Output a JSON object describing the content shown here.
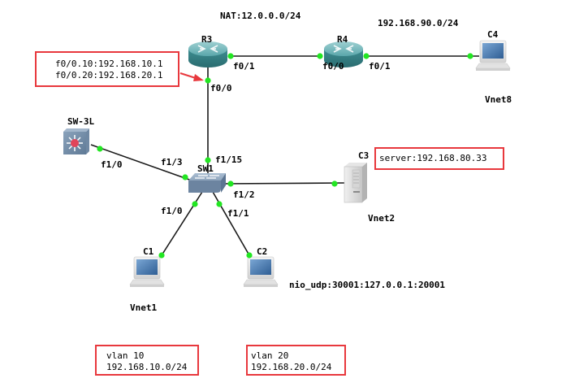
{
  "topology": {
    "nodes": [
      {
        "id": "R3",
        "label": "R3",
        "type": "router"
      },
      {
        "id": "R4",
        "label": "R4",
        "type": "router"
      },
      {
        "id": "C4",
        "label": "C4",
        "type": "pc",
        "caption": "Vnet8"
      },
      {
        "id": "SW-3L",
        "label": "SW-3L",
        "type": "multilayer-switch"
      },
      {
        "id": "SW1",
        "label": "SW1",
        "type": "switch"
      },
      {
        "id": "C3",
        "label": "C3",
        "type": "server",
        "caption": "Vnet2"
      },
      {
        "id": "C1",
        "label": "C1",
        "type": "pc",
        "caption": "Vnet1"
      },
      {
        "id": "C2",
        "label": "C2",
        "type": "pc",
        "caption": "nio_udp:30001:127.0.0.1:20001"
      }
    ],
    "links": [
      {
        "from": "R3",
        "from_port": "f0/1",
        "to": "R4",
        "to_port": "f0/0"
      },
      {
        "from": "R4",
        "from_port": "f0/1",
        "to": "C4",
        "to_port": ""
      },
      {
        "from": "R3",
        "from_port": "f0/0",
        "to": "SW1",
        "to_port": "f1/15"
      },
      {
        "from": "SW-3L",
        "from_port": "f1/0",
        "to": "SW1",
        "to_port": "f1/3"
      },
      {
        "from": "SW1",
        "from_port": "f1/2",
        "to": "C3",
        "to_port": ""
      },
      {
        "from": "SW1",
        "from_port": "f1/0",
        "to": "C1",
        "to_port": ""
      },
      {
        "from": "SW1",
        "from_port": "f1/1",
        "to": "C2",
        "to_port": ""
      }
    ]
  },
  "labels": {
    "nat_network": "NAT:12.0.0.0/24",
    "r4_c4_network": "192.168.90.0/24",
    "port_r3_f01": "f0/1",
    "port_r3_f00": "f0/0",
    "port_r4_f00": "f0/0",
    "port_r4_f01": "f0/1",
    "port_sw3l_f10": "f1/0",
    "port_sw1_f13": "f1/3",
    "port_sw1_f115": "f1/15",
    "port_sw1_f12": "f1/2",
    "port_sw1_f10": "f1/0",
    "port_sw1_f11": "f1/1"
  },
  "notes": {
    "r3_subinterfaces": [
      "f0/0.10:192.168.10.1",
      "f0/0.20:192.168.20.1"
    ],
    "server": "server:192.168.80.33",
    "vlan10": [
      "vlan 10",
      "192.168.10.0/24"
    ],
    "vlan20": [
      "vlan 20",
      "192.168.20.0/24"
    ]
  },
  "colors": {
    "link": "#1a1a1a",
    "port_dot": "#22e622",
    "note_border": "#e8383d",
    "arrow": "#e8383d",
    "router": "#3f8f93",
    "switch": "#7f98b2"
  }
}
